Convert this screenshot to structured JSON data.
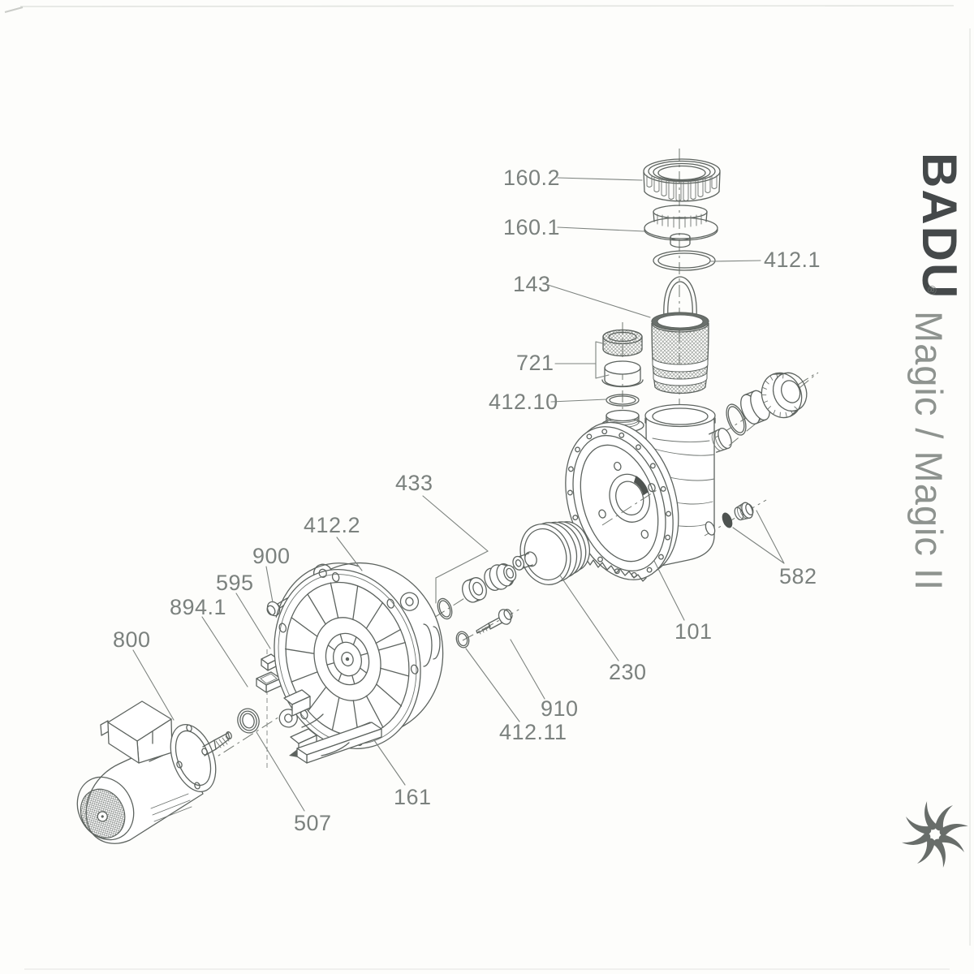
{
  "brand": {
    "name": "BADU",
    "registered": "®",
    "model": "Magic / Magic II"
  },
  "diagram": {
    "parts": {
      "p160_2": {
        "label": "160.2"
      },
      "p160_1": {
        "label": "160.1"
      },
      "p412_1": {
        "label": "412.1"
      },
      "p143": {
        "label": "143"
      },
      "p721": {
        "label": "721"
      },
      "p412_10": {
        "label": "412.10"
      },
      "p433": {
        "label": "433"
      },
      "p412_2": {
        "label": "412.2"
      },
      "p900": {
        "label": "900"
      },
      "p595": {
        "label": "595"
      },
      "p894_1": {
        "label": "894.1"
      },
      "p800": {
        "label": "800"
      },
      "p101": {
        "label": "101"
      },
      "p230": {
        "label": "230"
      },
      "p582": {
        "label": "582"
      },
      "p910": {
        "label": "910"
      },
      "p412_11": {
        "label": "412.11"
      },
      "p161": {
        "label": "161"
      },
      "p507": {
        "label": "507"
      }
    }
  },
  "colors": {
    "line": "#5d635f",
    "label_text": "#7b817e",
    "brand_dark": "#45494a",
    "brand_light": "#8e938f",
    "dark_fill": "#4e5350"
  }
}
